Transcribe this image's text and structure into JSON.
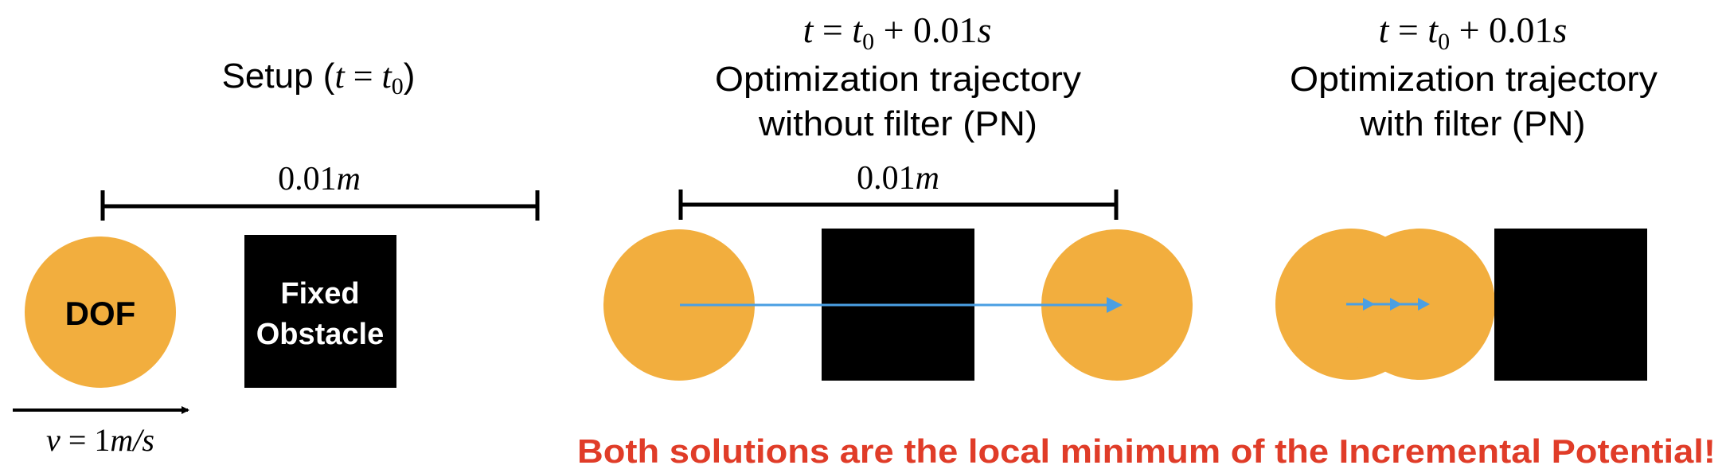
{
  "colors": {
    "dof": "#F2AE3E",
    "obstacle": "#000000",
    "trajectory": "#4A9FE3",
    "conclusion": "#E03C28"
  },
  "setup": {
    "title_word": "Setup (",
    "title_t": "t",
    "title_eq": " = ",
    "title_t0": "t",
    "title_sub": "0",
    "title_close": ")",
    "distance_num": "0.01",
    "distance_unit": "m",
    "dof_label": "DOF",
    "obstacle_line1": "Fixed",
    "obstacle_line2": "Obstacle",
    "velocity_var": "v",
    "velocity_eq": " = 1",
    "velocity_unit": "m/s"
  },
  "panels": [
    {
      "time_t": "t",
      "time_eq": " = ",
      "time_t0": "t",
      "time_sub": "0",
      "time_plus": " + 0.01",
      "time_unit": "s",
      "line1": "Optimization trajectory",
      "line2": "without filter (PN)",
      "distance_num": "0.01",
      "distance_unit": "m"
    },
    {
      "time_t": "t",
      "time_eq": " = ",
      "time_t0": "t",
      "time_sub": "0",
      "time_plus": " + 0.01",
      "time_unit": "s",
      "line1": "Optimization trajectory",
      "line2": "with filter (PN)"
    }
  ],
  "conclusion": "Both solutions are the local minimum of the Incremental Potential!"
}
